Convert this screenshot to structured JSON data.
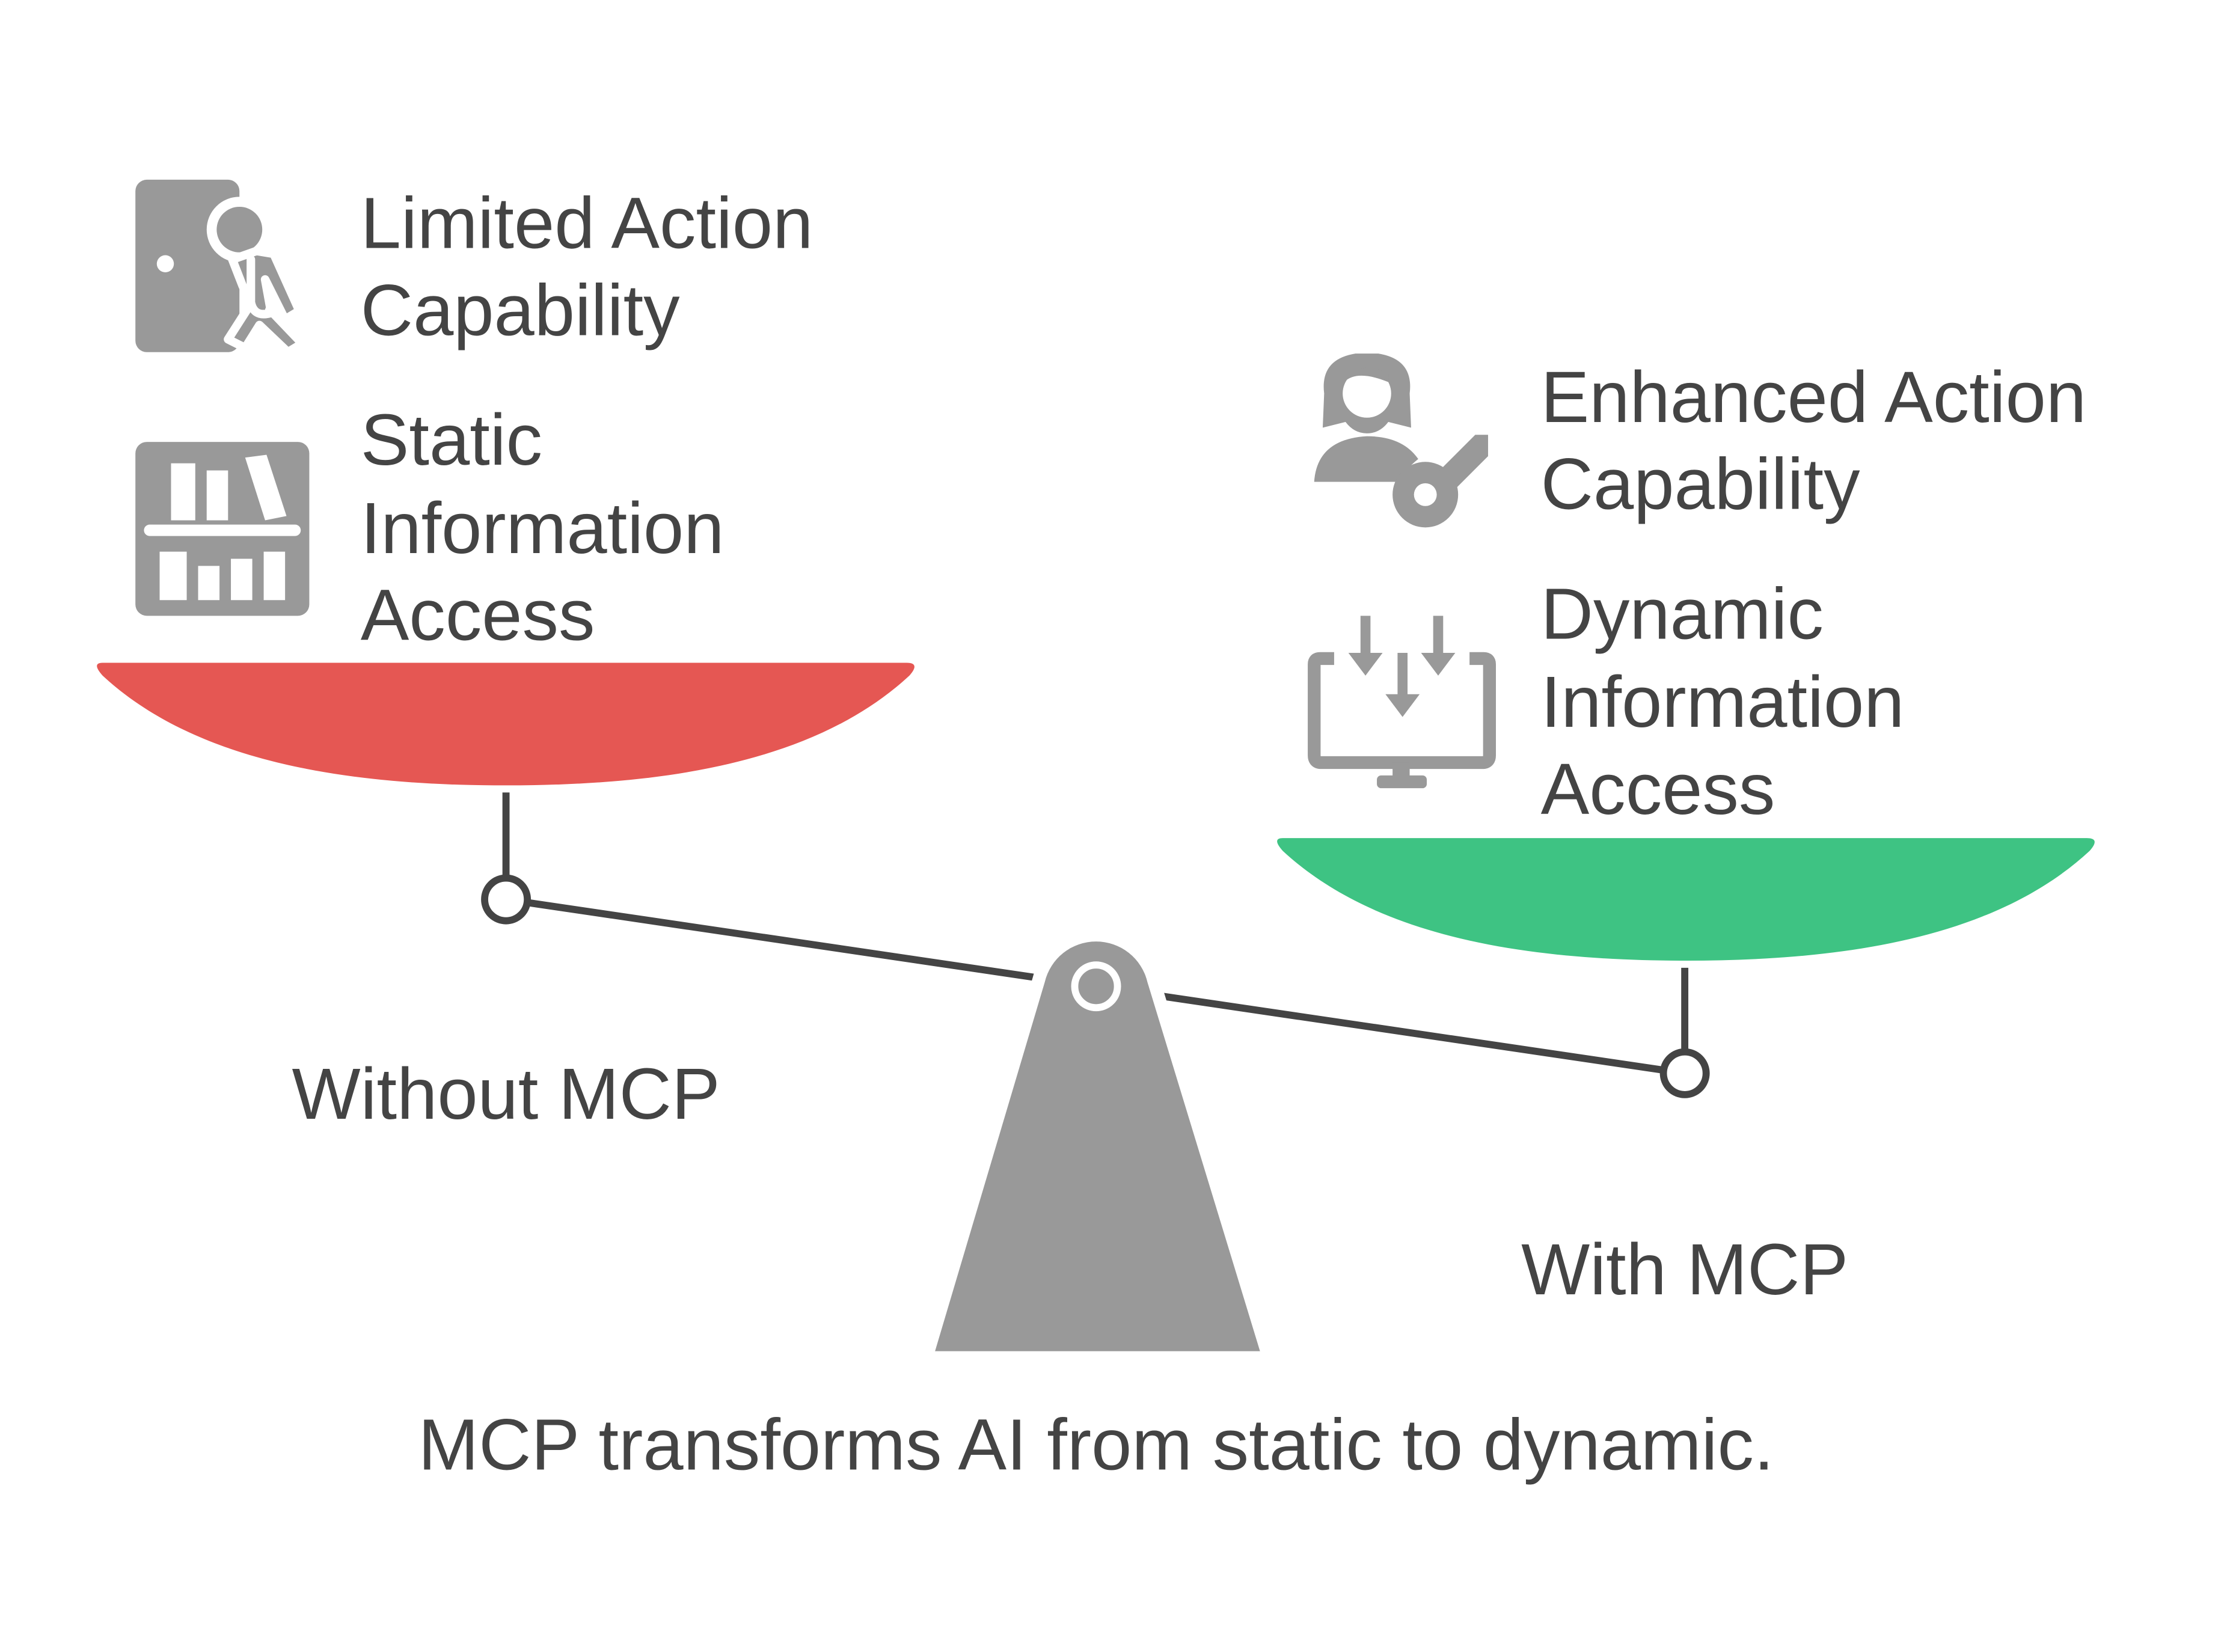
{
  "left_side": {
    "label": "Without MCP",
    "pan_color": "#e55753",
    "items": [
      {
        "icon": "person-exiting-door-icon",
        "lines": [
          "Limited Action",
          "Capability"
        ]
      },
      {
        "icon": "bookshelf-icon",
        "lines": [
          "Static",
          "Information",
          "Access"
        ]
      }
    ]
  },
  "right_side": {
    "label": "With MCP",
    "pan_color": "#3ec383",
    "items": [
      {
        "icon": "person-with-key-icon",
        "lines": [
          "Enhanced Action",
          "Capability"
        ]
      },
      {
        "icon": "monitor-download-icon",
        "lines": [
          "Dynamic",
          "Information",
          "Access"
        ]
      }
    ]
  },
  "caption": "MCP transforms AI from static to dynamic.",
  "colors": {
    "icon": "#999999",
    "fulcrum": "#999999",
    "line": "#444444",
    "text": "#444444"
  }
}
